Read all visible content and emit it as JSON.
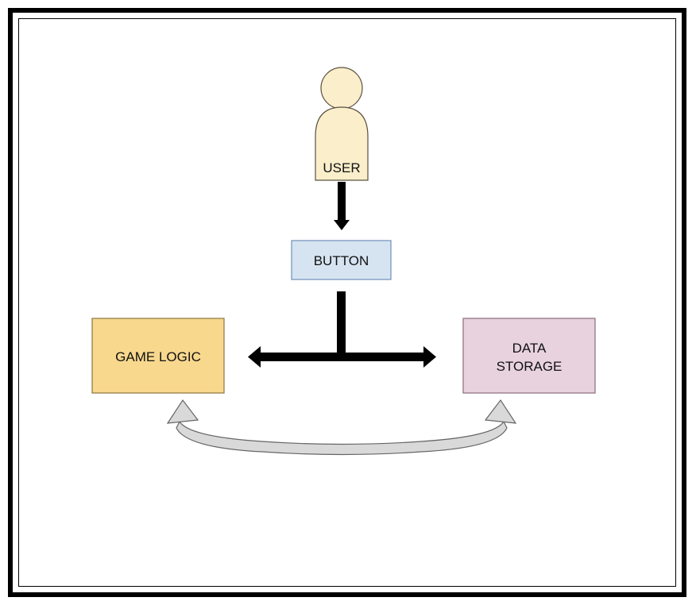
{
  "diagram": {
    "user": {
      "label": "USER",
      "fill": "#fbeecb",
      "stroke": "#5a5040"
    },
    "button": {
      "label": "BUTTON",
      "fill": "#d6e4f2",
      "stroke": "#6e8fb5"
    },
    "game_logic": {
      "label": "GAME LOGIC",
      "fill": "#f8d88d",
      "stroke": "#8a7440"
    },
    "data_storage": {
      "label_line1": "DATA",
      "label_line2": "STORAGE",
      "fill": "#e8d2de",
      "stroke": "#8a6a7a"
    },
    "arrow_color": "#000000",
    "sync_arrow_fill": "#d9d9d9",
    "sync_arrow_stroke": "#666666"
  }
}
